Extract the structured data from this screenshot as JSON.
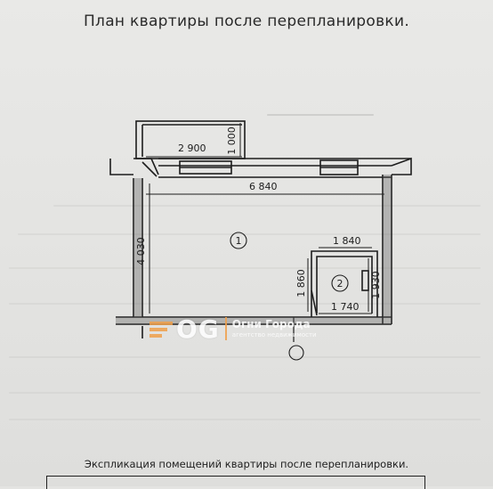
{
  "title": "План квартиры после перепланировки.",
  "dimensions": {
    "balcony_width": "2 900",
    "balcony_depth": "1 000",
    "room1_width": "6 840",
    "room1_depth": "4 030",
    "room2_width_top": "1 840",
    "room2_height_right": "1 930",
    "room2_height_left": "1 860",
    "room2_width_bottom": "1 740"
  },
  "rooms": [
    "1",
    "2"
  ],
  "watermark": {
    "mark": "OG",
    "name": "Огни Города",
    "subtitle": "агентство недвижимости"
  },
  "explication_title": "Экспликация помещений квартиры  после перепланировки."
}
